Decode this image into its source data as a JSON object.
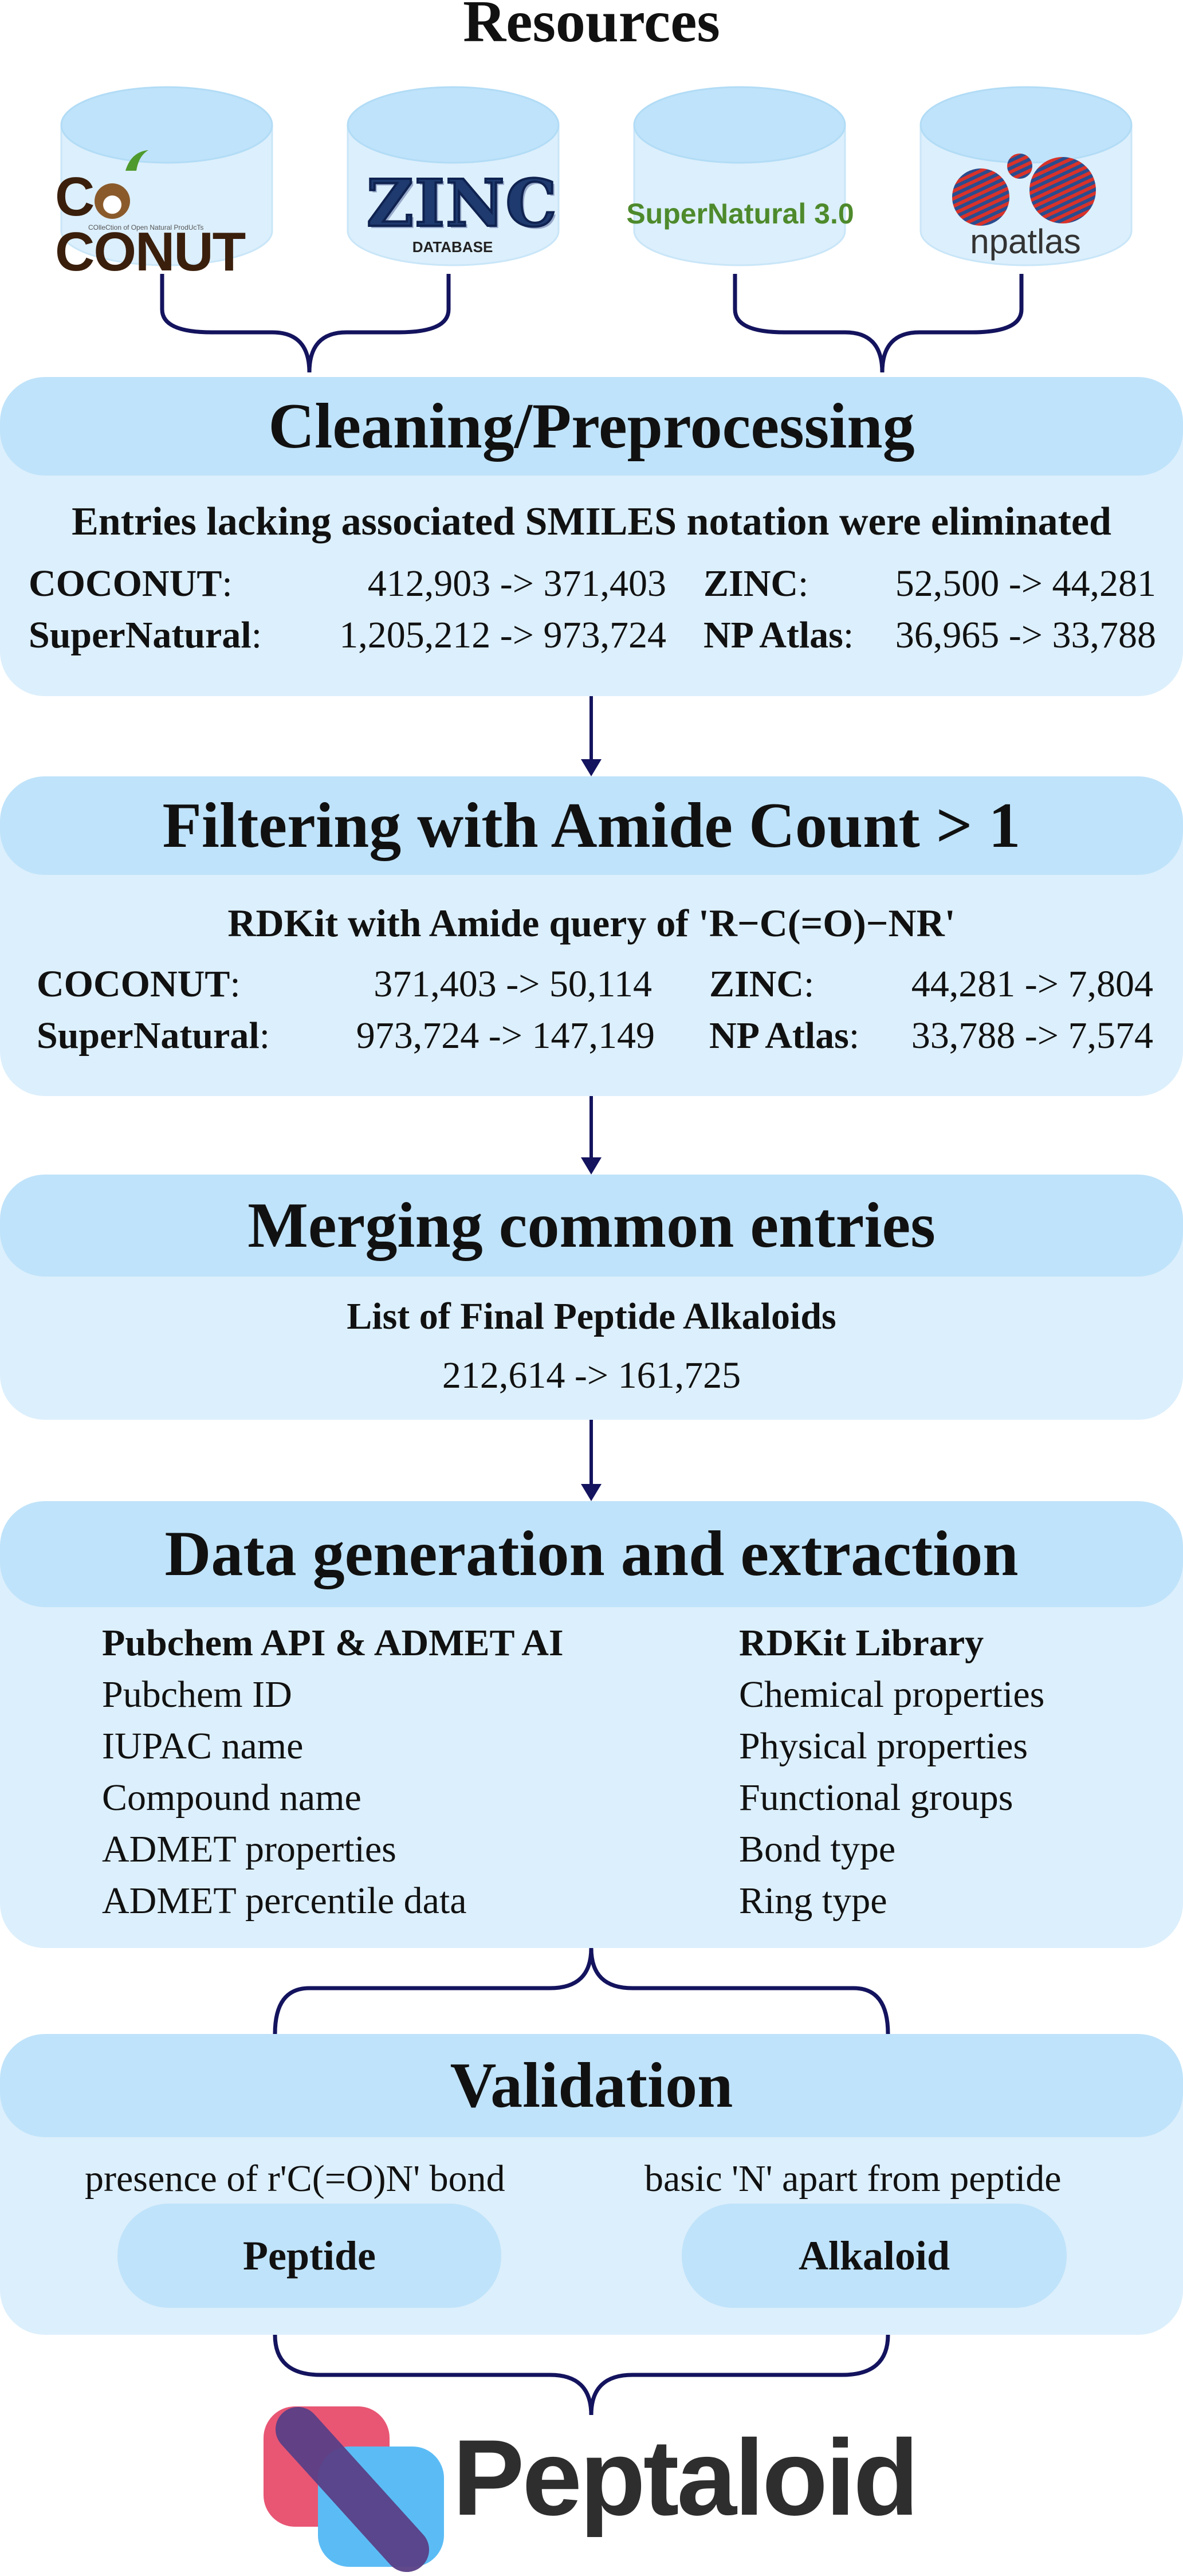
{
  "title": "Resources",
  "resources": {
    "coconut": {
      "logo_text": "C",
      "logo_text2": "CONUT",
      "tagline": "COlleCtion of Open Natural ProdUcTs"
    },
    "zinc": {
      "logo_text": "ZINC",
      "subtitle": "DATABASE"
    },
    "supernatural": {
      "logo_text": "SuperNatural 3.0"
    },
    "npatlas": {
      "logo_text": "npatlas"
    }
  },
  "cleaning": {
    "title": "Cleaning/Preprocessing",
    "subtitle": "Entries lacking associated SMILES notation were eliminated",
    "rows": [
      {
        "name": "COCONUT",
        "sep": ":",
        "value": "412,903 -> 371,403"
      },
      {
        "name": "SuperNatural",
        "sep": ":",
        "value": "1,205,212 -> 973,724"
      },
      {
        "name": "ZINC",
        "sep": ":",
        "value": "52,500 -> 44,281"
      },
      {
        "name": "NP Atlas",
        "sep": ":",
        "value": "36,965 -> 33,788"
      }
    ]
  },
  "filtering": {
    "title": "Filtering with Amide Count > 1",
    "subtitle": "RDKit with Amide query of 'R−C(=O)−NR'",
    "rows": [
      {
        "name": "COCONUT",
        "sep": ":",
        "value": "371,403 -> 50,114"
      },
      {
        "name": "SuperNatural",
        "sep": ":",
        "value": "973,724 -> 147,149"
      },
      {
        "name": "ZINC",
        "sep": ":",
        "value": "44,281 -> 7,804"
      },
      {
        "name": "NP Atlas",
        "sep": ":",
        "value": "33,788 -> 7,574"
      }
    ]
  },
  "merging": {
    "title": "Merging common entries",
    "subtitle": "List of Final Peptide Alkaloids",
    "value": "212,614 -> 161,725"
  },
  "generation": {
    "title": "Data generation and extraction",
    "left_heading": "Pubchem API & ADMET AI",
    "left_items": [
      "Pubchem ID",
      "IUPAC name",
      "Compound name",
      "ADMET properties",
      "ADMET percentile data"
    ],
    "right_heading": "RDKit Library",
    "right_items": [
      "Chemical properties",
      "Physical properties",
      "Functional groups",
      "Bond type",
      "Ring type"
    ]
  },
  "validation": {
    "title": "Validation",
    "left_caption": "presence of r'C(=O)N' bond",
    "right_caption": "basic 'N' apart from peptide",
    "left_pill": "Peptide",
    "right_pill": "Alkaloid"
  },
  "brand": {
    "name": "Peptaloid"
  },
  "colors": {
    "box_fill": "#dceffc",
    "box_header": "#bfe3fa",
    "arrow": "#13135e",
    "text": "#111111",
    "brand_pink": "#e85674",
    "brand_blue": "#5bbcf5",
    "brand_purple": "#5a3f86",
    "brand_text": "#2e2e2e"
  }
}
